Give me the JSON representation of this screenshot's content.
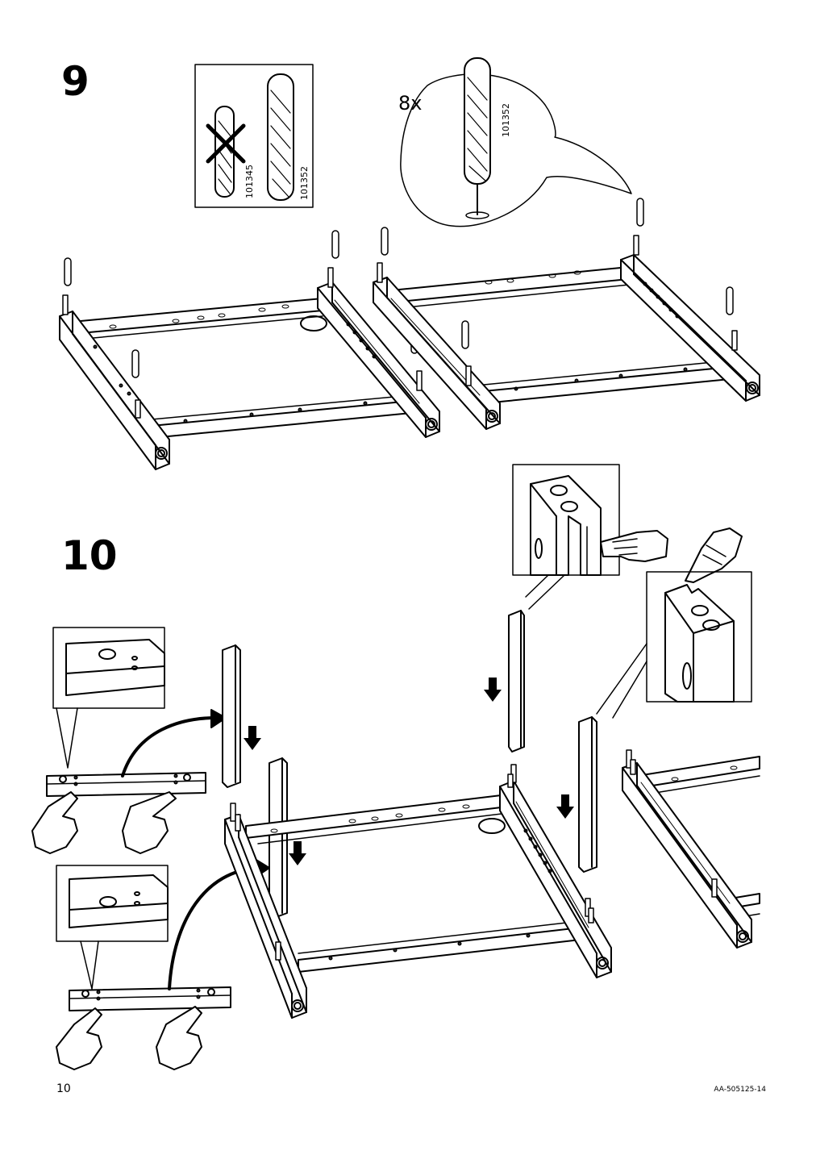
{
  "steps": {
    "step_a": "9",
    "step_b": "10"
  },
  "step9": {
    "quantity": "8x",
    "dowel_wrong_id": "101345",
    "dowel_right_id": "101352",
    "dowel_zoom_id": "101352"
  },
  "footer": {
    "page_number": "10",
    "doc_code": "AA-505125-14"
  }
}
